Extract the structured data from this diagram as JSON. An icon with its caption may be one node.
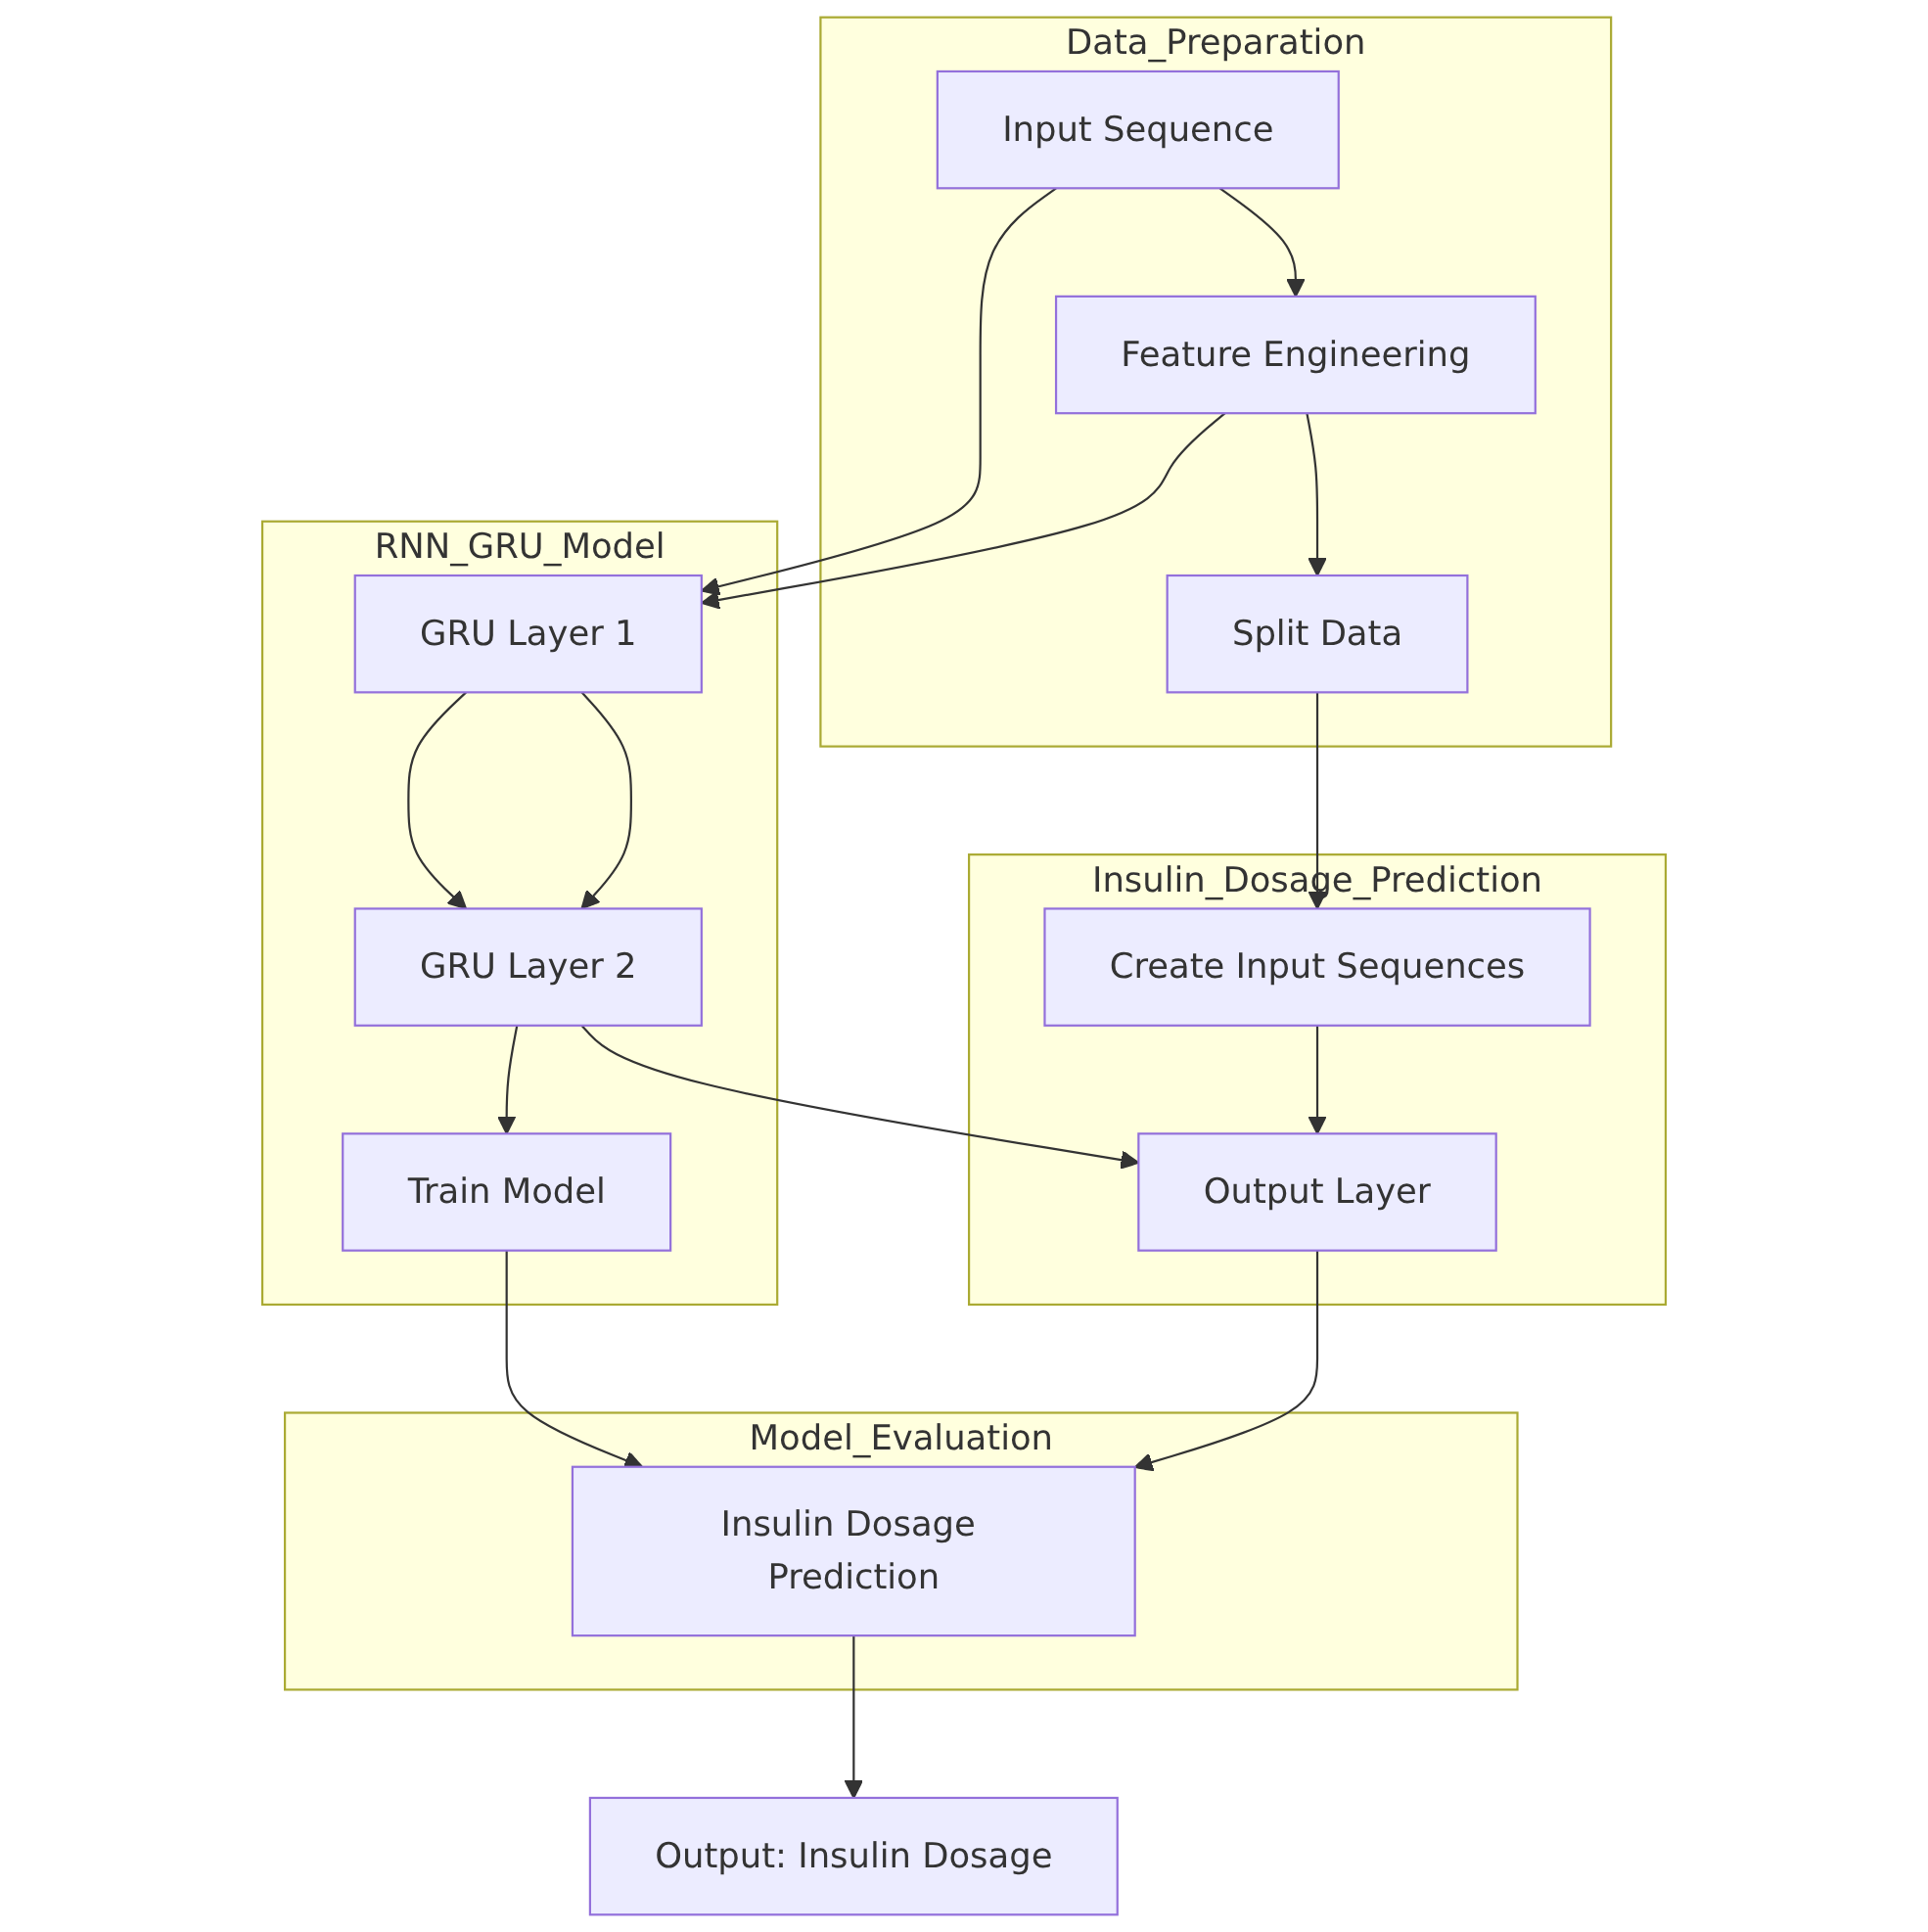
{
  "diagram": {
    "nodes": [
      {
        "text": [
          "Data_Preparation"
        ]
      },
      {
        "text": [
          "Input Sequence"
        ],
        "in": 0
      },
      {
        "text": [
          "Feature Engineering"
        ],
        "in": 0
      },
      {
        "text": [
          "Split Data"
        ],
        "in": 0
      },
      {
        "text": [
          "RNN_GRU_Model"
        ]
      },
      {
        "text": [
          "GRU Layer 1"
        ],
        "in": 4
      },
      {
        "text": [
          "GRU Layer 2"
        ],
        "in": 4
      },
      {
        "text": [
          "Train Model"
        ],
        "in": 4
      },
      {
        "text": [
          "Insulin_Dosage_Prediction"
        ]
      },
      {
        "text": [
          "Create Input Sequences"
        ],
        "in": 8
      },
      {
        "text": [
          "Output Layer"
        ],
        "in": 8
      },
      {
        "text": [
          "Model_Evaluation"
        ]
      },
      {
        "text": [
          "Insulin Dosage Prediction"
        ],
        "in": 11
      },
      {
        "text": [
          "Output: Insulin Dosage"
        ]
      }
    ],
    "edges": [
      {
        "from": 1,
        "to": 2,
        "arrow": "to"
      },
      {
        "from": 1,
        "to": 5,
        "arrow": "to"
      },
      {
        "from": 2,
        "to": 5,
        "arrow": "to"
      },
      {
        "from": 2,
        "to": 3,
        "arrow": "to"
      },
      {
        "from": 5,
        "to": 6,
        "arrow": "to"
      },
      {
        "from": 5,
        "to": 6,
        "arrow": "to"
      },
      {
        "from": 6,
        "to": 7,
        "arrow": "to"
      },
      {
        "from": 6,
        "to": 10,
        "arrow": "to"
      },
      {
        "from": 3,
        "to": 9,
        "arrow": "to"
      },
      {
        "from": 9,
        "to": 10,
        "arrow": "to"
      },
      {
        "from": 7,
        "to": 12,
        "arrow": "to"
      },
      {
        "from": 10,
        "to": 12,
        "arrow": "to"
      },
      {
        "from": 12,
        "to": 13,
        "arrow": "to"
      }
    ]
  }
}
